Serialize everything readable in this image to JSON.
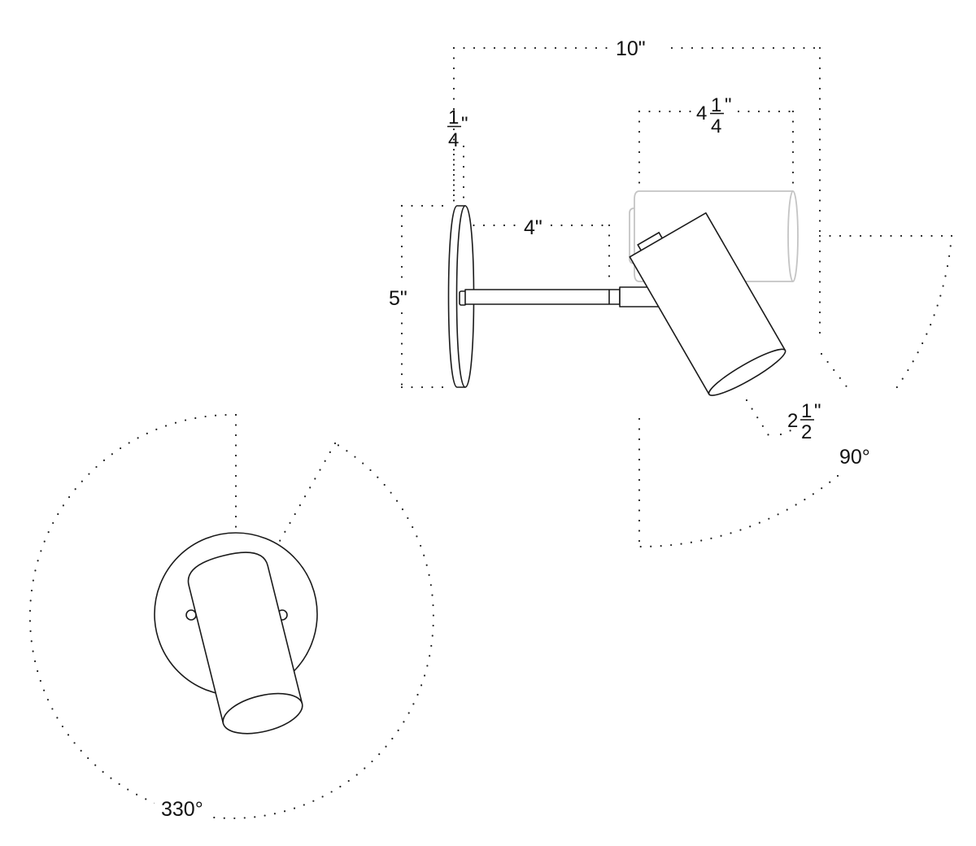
{
  "diagram": {
    "type": "technical-dimension-drawing",
    "subject": "swivel wall sconce spotlight",
    "views": [
      {
        "name": "side-view",
        "description": "Round wall plate with straight arm and tilting cylindrical shade; ghost outline shows horizontal position"
      },
      {
        "name": "front-view",
        "description": "Round wall plate with cylindrical shade seen from front, rotation range arc"
      }
    ]
  },
  "dimensions": {
    "overall_projection": {
      "whole": "10",
      "unit": "\""
    },
    "shade_length": {
      "whole": "4",
      "num": "1",
      "den": "4",
      "unit": "\""
    },
    "plate_depth": {
      "num": "1",
      "den": "4",
      "unit": "\""
    },
    "arm_length": {
      "whole": "4",
      "unit": "\""
    },
    "plate_height": {
      "whole": "5",
      "unit": "\""
    },
    "shade_diameter": {
      "whole": "2",
      "num": "1",
      "den": "2",
      "unit": "\""
    }
  },
  "angles": {
    "tilt": {
      "value": "90",
      "unit": "°"
    },
    "rotation": {
      "value": "330",
      "unit": "°"
    }
  },
  "labels": {
    "overall": "10\"",
    "shade_whole": "4",
    "shade_num": "1",
    "shade_den": "4",
    "shade_quote": "\"",
    "depth_num": "1",
    "depth_den": "4",
    "depth_quote": "\"",
    "arm": "4\"",
    "height": "5\"",
    "diam_whole": "2",
    "diam_num": "1",
    "diam_den": "2",
    "diam_quote": "\"",
    "tilt": "90°",
    "rotation": "330°"
  },
  "colors": {
    "line": "#1a1a1a",
    "ghost": "#c4c4c4",
    "background": "#ffffff"
  }
}
